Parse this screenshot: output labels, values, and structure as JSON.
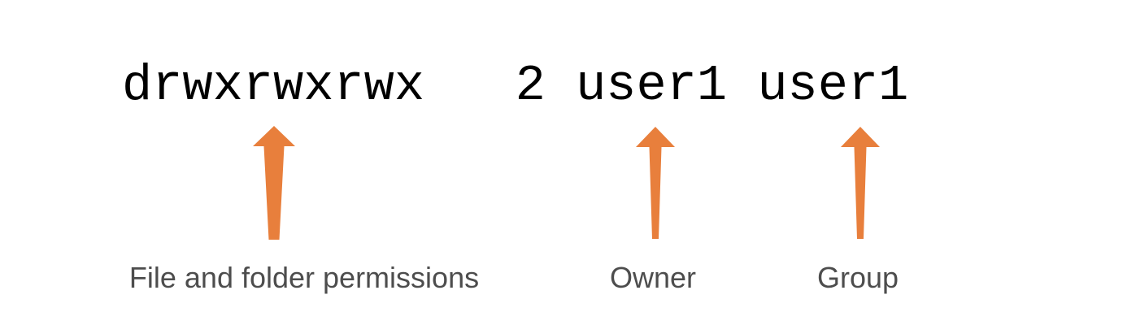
{
  "code_line": {
    "text": "drwxrwxrwx   2 user1 user1"
  },
  "annotations": [
    {
      "label": "File and folder permissions"
    },
    {
      "label": "Owner"
    },
    {
      "label": "Group"
    }
  ],
  "colors": {
    "arrow": "#E87F3C",
    "code_text": "#000000",
    "label_text": "#4D4D4D",
    "background": "#FFFFFF"
  }
}
